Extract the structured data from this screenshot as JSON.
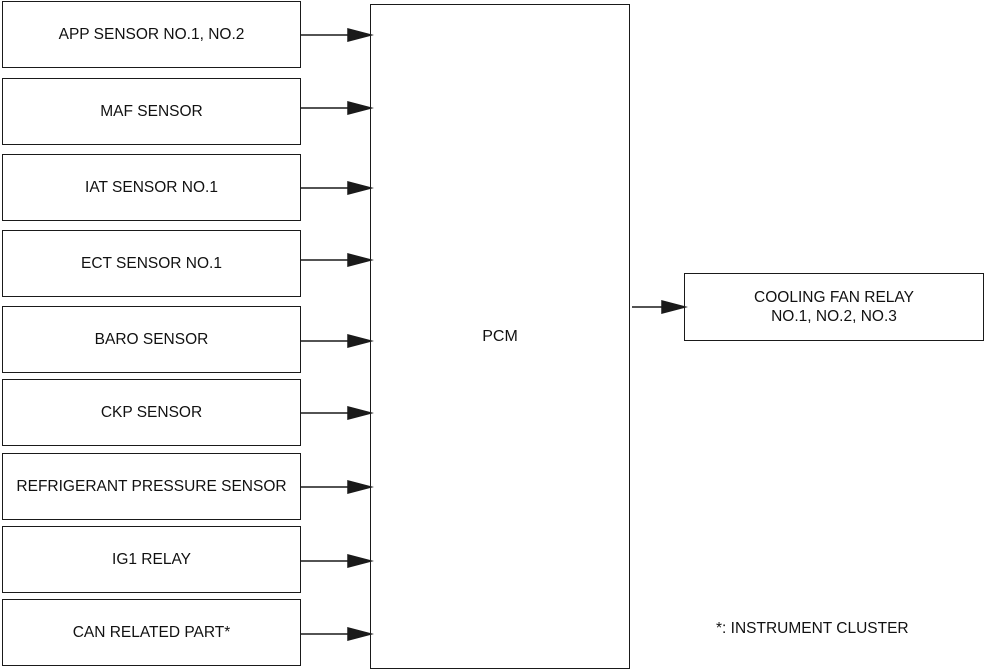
{
  "inputs": [
    {
      "label": "APP SENSOR NO.1, NO.2"
    },
    {
      "label": "MAF SENSOR"
    },
    {
      "label": "IAT SENSOR NO.1"
    },
    {
      "label": "ECT SENSOR NO.1"
    },
    {
      "label": "BARO SENSOR"
    },
    {
      "label": "CKP SENSOR"
    },
    {
      "label": "REFRIGERANT PRESSURE SENSOR"
    },
    {
      "label": "IG1 RELAY"
    },
    {
      "label": "CAN RELATED PART*"
    }
  ],
  "controller": {
    "label": "PCM"
  },
  "output": {
    "line1": "COOLING FAN RELAY",
    "line2": "NO.1, NO.2, NO.3"
  },
  "footnote": "*: INSTRUMENT CLUSTER"
}
